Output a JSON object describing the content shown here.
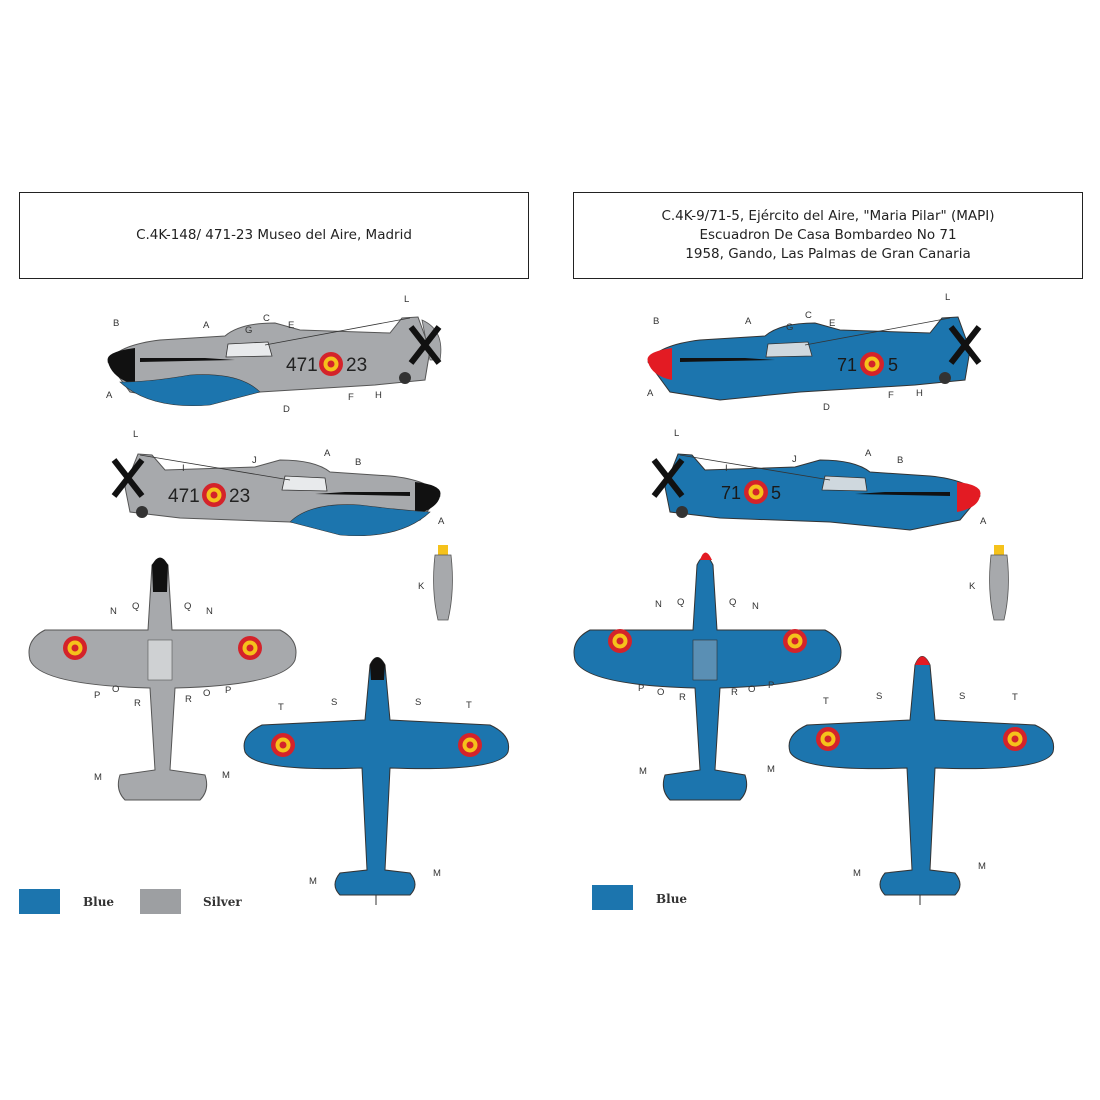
{
  "left_sheet": {
    "title": "C.4K-148/ 471-23 Museo del Aire, Madrid",
    "code_prefix": "471",
    "code_suffix": "23",
    "legend": [
      {
        "label": "Blue",
        "color": "#1c75ae"
      },
      {
        "label": "Silver",
        "color": "#9d9fa2"
      }
    ]
  },
  "right_sheet": {
    "title_lines": [
      "C.4K-9/71-5, Ejército del Aire, \"Maria Pilar\" (MAPI)",
      "Escuadron De Casa Bombardeo No 71",
      "1958, Gando, Las Palmas de Gran Canaria"
    ],
    "code_prefix": "71",
    "code_suffix": "5",
    "legend": [
      {
        "label": "Blue",
        "color": "#1c75ae"
      }
    ]
  },
  "callouts": {
    "A": "A",
    "B": "B",
    "C": "C",
    "D": "D",
    "E": "E",
    "F": "F",
    "G": "G",
    "H": "H",
    "I": "I",
    "J": "J",
    "K": "K",
    "L": "L",
    "M": "M",
    "N": "N",
    "O": "O",
    "P": "P",
    "Q": "Q",
    "R": "R",
    "S": "S",
    "T": "T"
  },
  "colors": {
    "blue": "#1c75ae",
    "silver": "#9d9fa2",
    "roundel_red": "#d4232a",
    "roundel_yellow": "#f5c21b",
    "nose_red": "#e31b23",
    "black": "#111111"
  }
}
